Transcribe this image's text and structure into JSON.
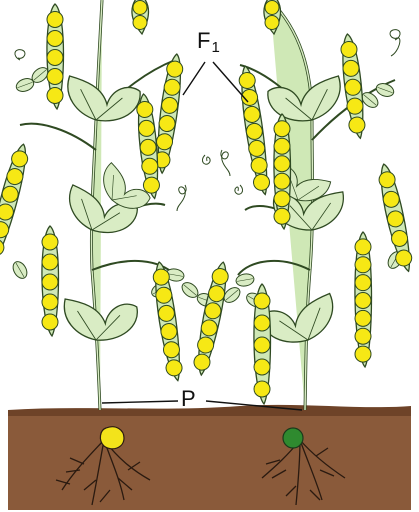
{
  "labels": {
    "f1_letter": "F",
    "f1_subscript": "1",
    "p": "P"
  },
  "colors": {
    "soil": "#8a5a3a",
    "soil_dark": "#6e4328",
    "leaf_fill": "#d9ecc4",
    "leaf_stroke": "#2f4a22",
    "pod_fill": "#cfe8b6",
    "pea_yellow": "#f6e815",
    "seed_yellow": "#f3e31b",
    "seed_green": "#2f8a2f",
    "root": "#2a1a10",
    "leader_line": "#111111"
  },
  "icons": {
    "left_seed": "yellow-seed",
    "right_seed": "green-seed",
    "plants": "pea-plant"
  }
}
